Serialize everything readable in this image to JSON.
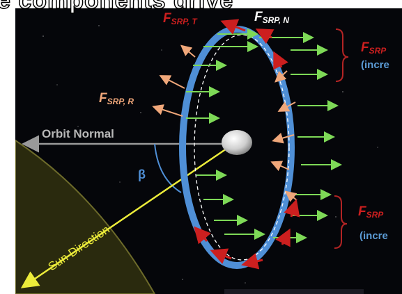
{
  "header": {
    "title_fragment": "e components drive"
  },
  "labels": {
    "orbit_normal": "Orbit Normal",
    "beta": "β",
    "sun_direction": "Sun Direction",
    "f_srp_t": {
      "main": "F",
      "sub": "SRP, T"
    },
    "f_srp_n": {
      "main": "F",
      "sub": "SRP, N"
    },
    "f_srp_r": {
      "main": "F",
      "sub": "SRP, R"
    },
    "right_top": {
      "main": "F",
      "sub": "SRP",
      "note": "(incre"
    },
    "right_bottom": {
      "main": "F",
      "sub": "SRP",
      "note": "(incre"
    }
  },
  "colors": {
    "background": "#05060a",
    "orbit_ring": "#4f8fd6",
    "normal_force": "#7ed957",
    "radial_force": "#f0a77a",
    "tangential_force": "#cc1f1f",
    "sun_direction": "#ecec3a",
    "orbit_normal": "#9a9a9a",
    "bracket": "#b32424",
    "note_text": "#5b9bd5",
    "planet": "#6c6a2a"
  }
}
